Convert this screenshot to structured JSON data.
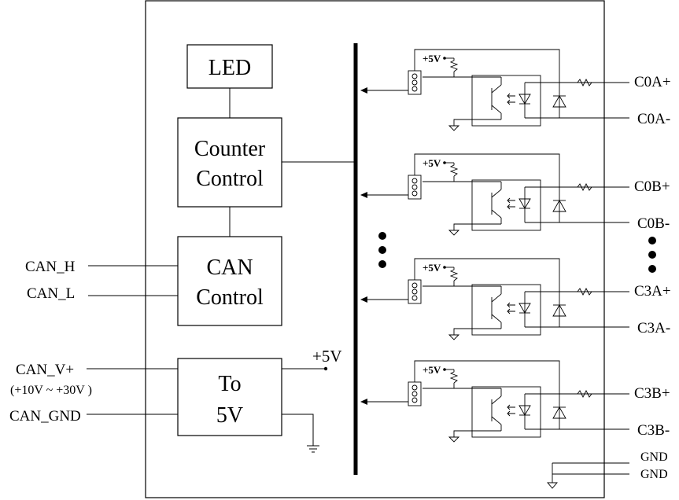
{
  "blocks": {
    "led": "LED",
    "counter_line1": "Counter",
    "counter_line2": "Control",
    "can_line1": "CAN",
    "can_line2": "Control",
    "power_line1": "To",
    "power_line2": "5V"
  },
  "left_signals": {
    "can_h": "CAN_H",
    "can_l": "CAN_L",
    "can_v": "CAN_V+",
    "can_v_range": "(+10V ~ +30V )",
    "can_gnd": "CAN_GND"
  },
  "plus5v_label": "+5V",
  "channels": [
    {
      "supply": "+5V",
      "plus": "C0A+",
      "minus": "C0A-"
    },
    {
      "supply": "+5V",
      "plus": "C0B+",
      "minus": "C0B-"
    },
    {
      "supply": "+5V",
      "plus": "C3A+",
      "minus": "C3A-"
    },
    {
      "supply": "+5V",
      "plus": "C3B+",
      "minus": "C3B-"
    }
  ],
  "ground_labels": [
    "GND",
    "GND"
  ]
}
